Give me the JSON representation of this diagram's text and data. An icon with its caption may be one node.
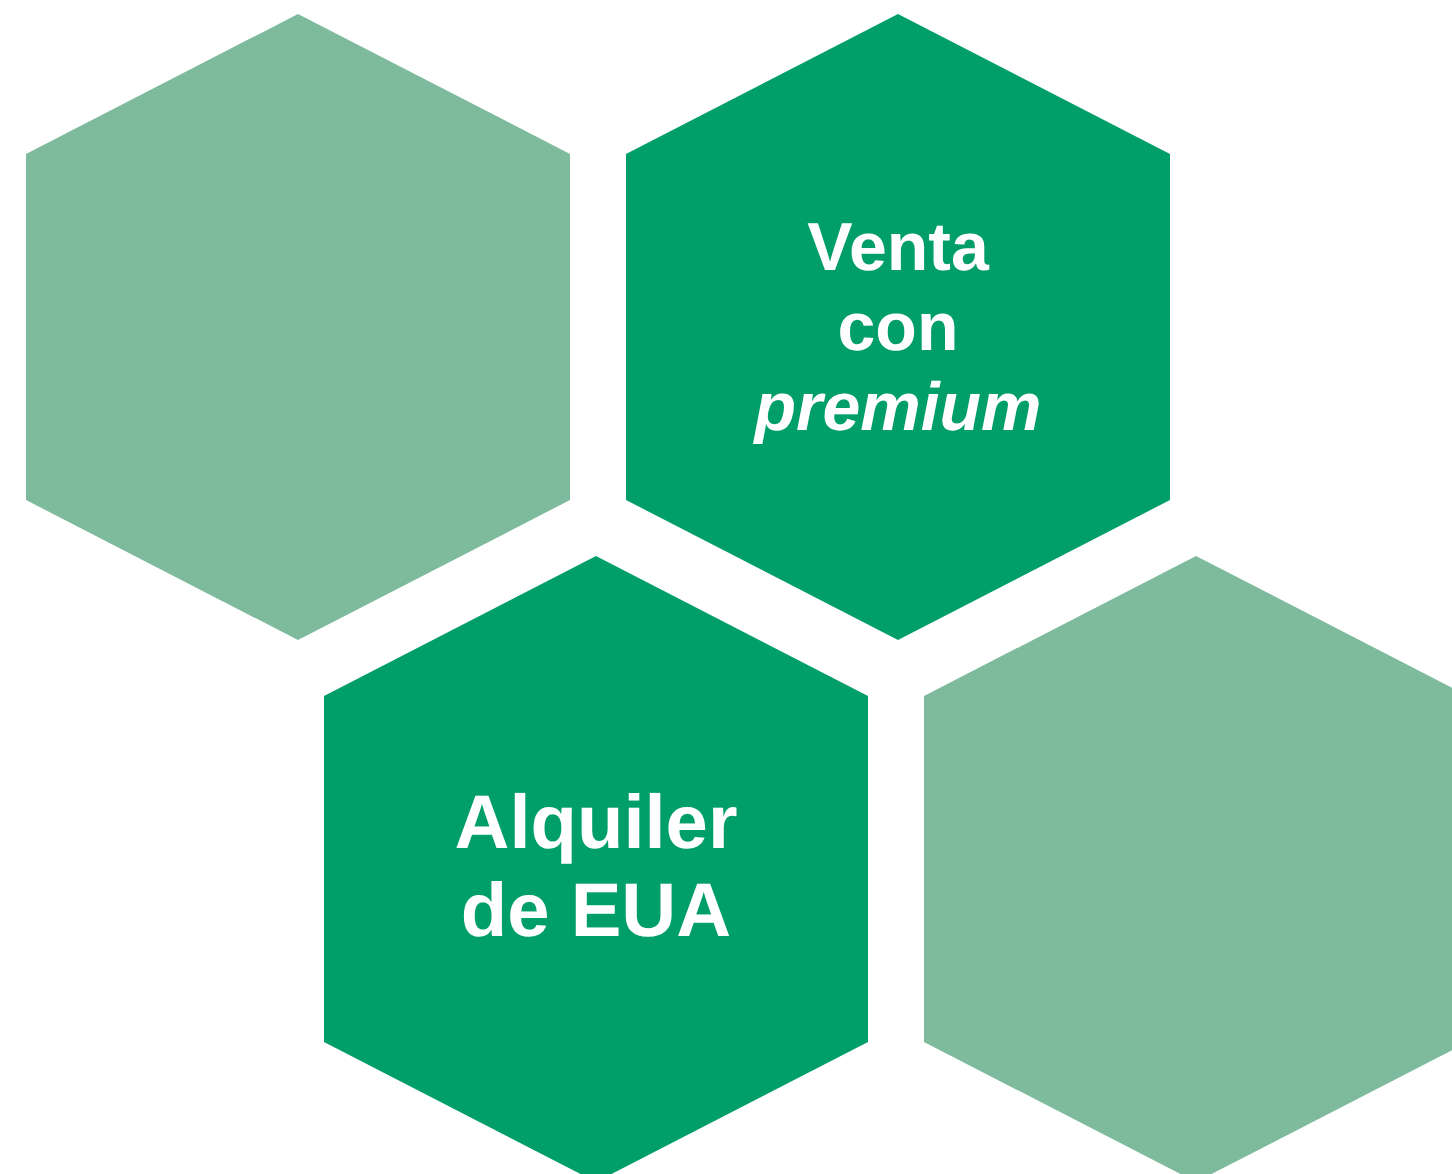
{
  "diagram": {
    "nodes": [
      {
        "text": [],
        "shape": "hexagon"
      },
      {
        "text": [
          "Venta con *premium*"
        ]
      },
      {
        "text": [
          "Alquiler de EUA"
        ]
      },
      {
        "text": [],
        "shape": "hexagon"
      }
    ]
  }
}
